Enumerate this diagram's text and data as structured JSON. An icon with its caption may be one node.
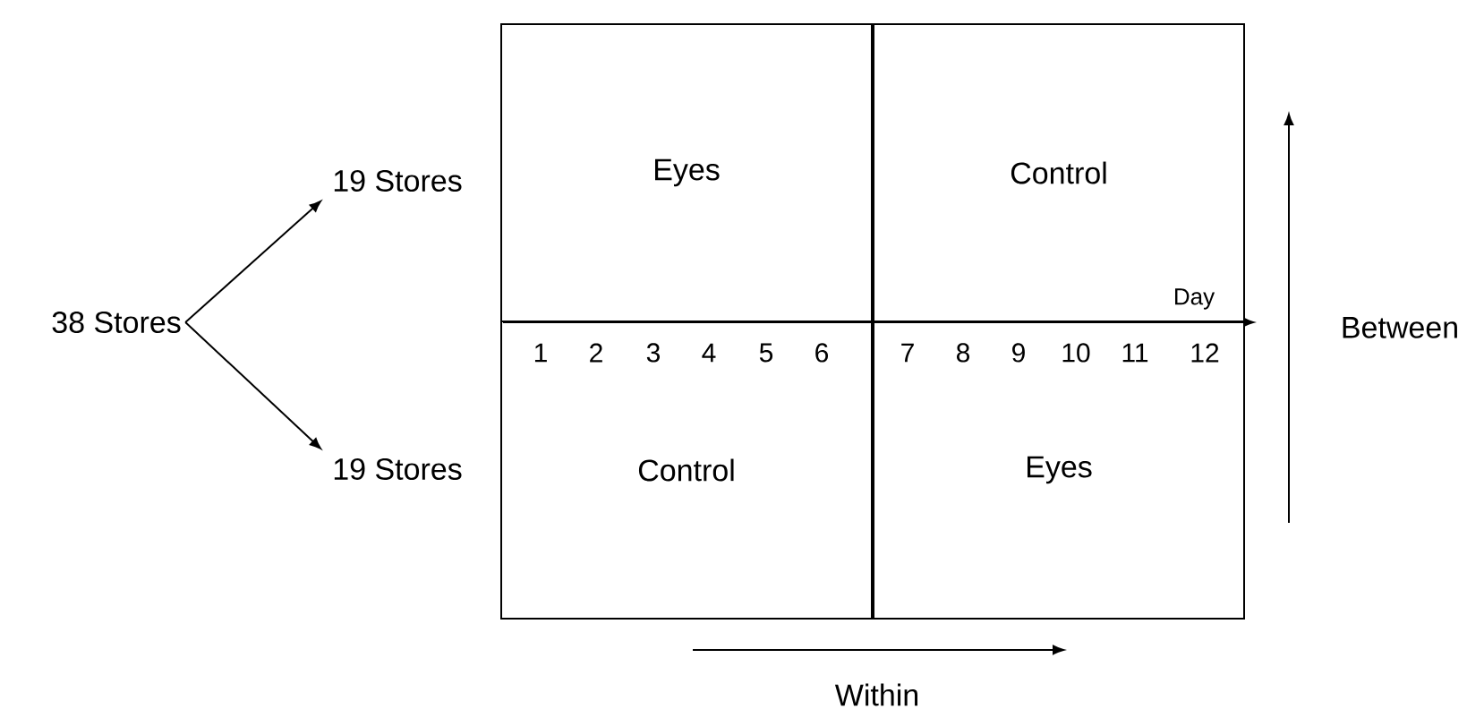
{
  "diagram": {
    "nodes": [
      {
        "text": [
          "38 Stores"
        ]
      },
      {
        "text": [
          "19 Stores"
        ]
      },
      {
        "text": [
          "19 Stores"
        ]
      },
      {
        "text": [
          "Eyes"
        ]
      },
      {
        "text": [
          "Control"
        ]
      },
      {
        "text": [
          "Control"
        ]
      },
      {
        "text": [
          "Eyes"
        ]
      }
    ],
    "edges": [
      {
        "from": 0,
        "to": 1,
        "arrow": "to"
      },
      {
        "from": 0,
        "to": 2,
        "arrow": "to"
      }
    ],
    "labels": [
      "Day",
      "1",
      "2",
      "3",
      "4",
      "5",
      "6",
      "7",
      "8",
      "9",
      "10",
      "11",
      "12",
      "Between",
      "Within"
    ]
  }
}
